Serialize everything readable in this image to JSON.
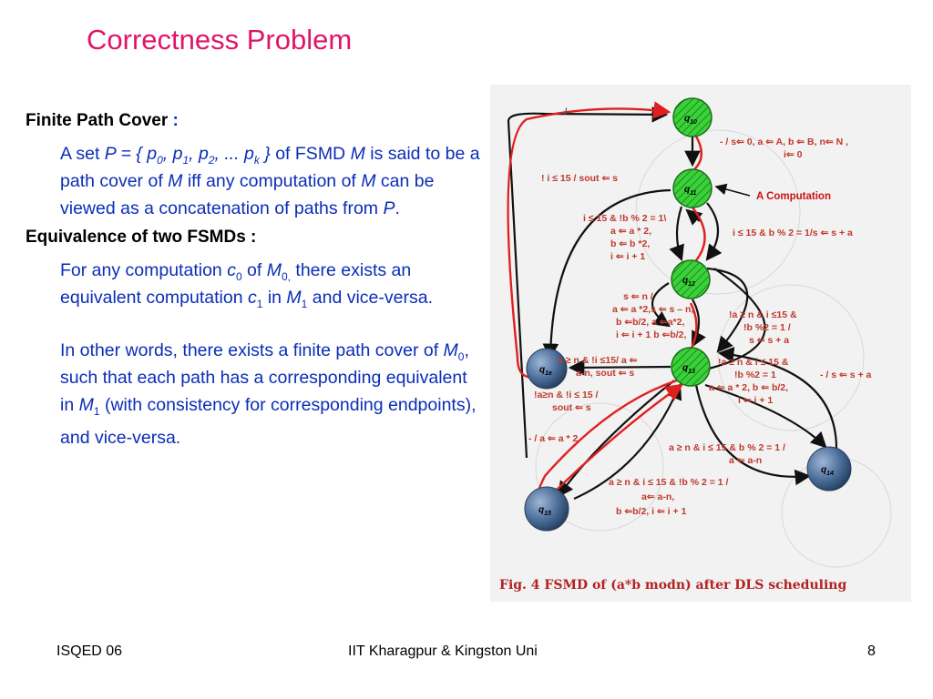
{
  "slide": {
    "title": "Correctness Problem",
    "sections": [
      {
        "heading": "Finite Path Cover",
        "heading_colon": ":",
        "paragraph": {
          "t1": "A set ",
          "p_eq": "P = { p",
          "s0": "0",
          "c1": ", p",
          "s1": "1",
          "c2": ", p",
          "s2": "2",
          "dots": ", ... p",
          "sk": "k",
          "close": " }",
          "t2": " of FSMD ",
          "m": "M",
          "t3": " is said to be a path cover of ",
          "m2": "M",
          "t4": " iff any computation of ",
          "m3": "M",
          "t5": " can be viewed as a concatenation of paths from ",
          "p2": "P",
          "t6": "."
        }
      },
      {
        "heading": "Equivalence of two FSMDs :",
        "paragraph1": {
          "t1": "For any computation ",
          "c": "c",
          "c_sub": "0",
          "t2": " of ",
          "m": "M",
          "m_sub": "0,",
          "t3": " there exists an equivalent computation ",
          "c1": "c",
          "c1_sub": "1",
          "t4": " in ",
          "m1": "M",
          "m1_sub": "1",
          "t5": " and vice-versa."
        },
        "paragraph2": {
          "t1": "In other words, there exists a finite path cover of ",
          "m": "M",
          "m_sub": "0",
          "t2": ", such that each path has a corresponding equivalent in ",
          "m1": "M",
          "m1_sub": "1",
          "t3": " (with consistency for corresponding endpoints),"
        },
        "paragraph3": "and vice-versa."
      }
    ]
  },
  "figure": {
    "caption": "Fig. 4 FSMD of (a*b modn) after DLS scheduling",
    "callout": "A Computation",
    "nodes": [
      {
        "name": "q",
        "sub": "10"
      },
      {
        "name": "q",
        "sub": "11"
      },
      {
        "name": "q",
        "sub": "12"
      },
      {
        "name": "q",
        "sub": "13"
      },
      {
        "name": "q",
        "sub": "1e"
      },
      {
        "name": "q",
        "sub": "14"
      },
      {
        "name": "q",
        "sub": "15"
      }
    ],
    "labels": {
      "top": "-/-",
      "l1a": "- / s⇐ 0, a ⇐ A, b ⇐ B, n⇐ N ,",
      "l1b": "i⇐ 0",
      "l2": "! i ≤ 15 / sout ⇐ s",
      "l3a": "i ≤ 15 & !b % 2 = 1\\",
      "l3b": "a ⇐ a * 2,",
      "l3c": "b ⇐ b *2,",
      "l3d": "i ⇐ i + 1",
      "l4": "i ≤ 15 & b % 2 = 1/s ⇐ s + a",
      "l5a": "s ⇐ n /",
      "l5b": "a ⇐ a *2,s ⇐ s – n,",
      "l5c": "b ⇐b/2, a ⇐a*2,",
      "l5d": "i ⇐ i + 1  b ⇐b/2,",
      "l6a": "!a ≥ n & i ≤15 &",
      "l6b": "!b %2 = 1 /",
      "l6c": "s ⇐ s + a",
      "l7a": "a ≥ n & !i ≤15/ a ⇐",
      "l7b": "a-n, sout ⇐ s",
      "l8a": "!a ≥ n & i ≤ 15 &",
      "l8b": "!b %2 = 1",
      "l8c": "a ⇐ a * 2, b ⇐ b/2,",
      "l8d": "i ⇐ i + 1",
      "l9": "- / s ⇐ s + a",
      "l10a": "!a≥n & !i ≤ 15 /",
      "l10b": "sout ⇐ s",
      "l11": "- / a ⇐ a * 2",
      "l12a": "a ≥ n & i ≤ 15 & b % 2 = 1 /",
      "l12b": "a ⇐ a-n",
      "l13a": "a ≥ n & i ≤ 15 & !b % 2 = 1 /",
      "l13b": "a⇐ a-n,",
      "l13c": "b ⇐b/2, i ⇐ i + 1"
    }
  },
  "footer": {
    "left": "ISQED 06",
    "center": "IIT Kharagpur & Kingston Uni",
    "right": "8"
  },
  "colors": {
    "title": "#e0156a",
    "body_text": "#0b2db8",
    "green_state": "#33cc33",
    "blue_state": "#3b5f8a",
    "computation_path": "#e02020",
    "figure_label": "#c0392b"
  }
}
